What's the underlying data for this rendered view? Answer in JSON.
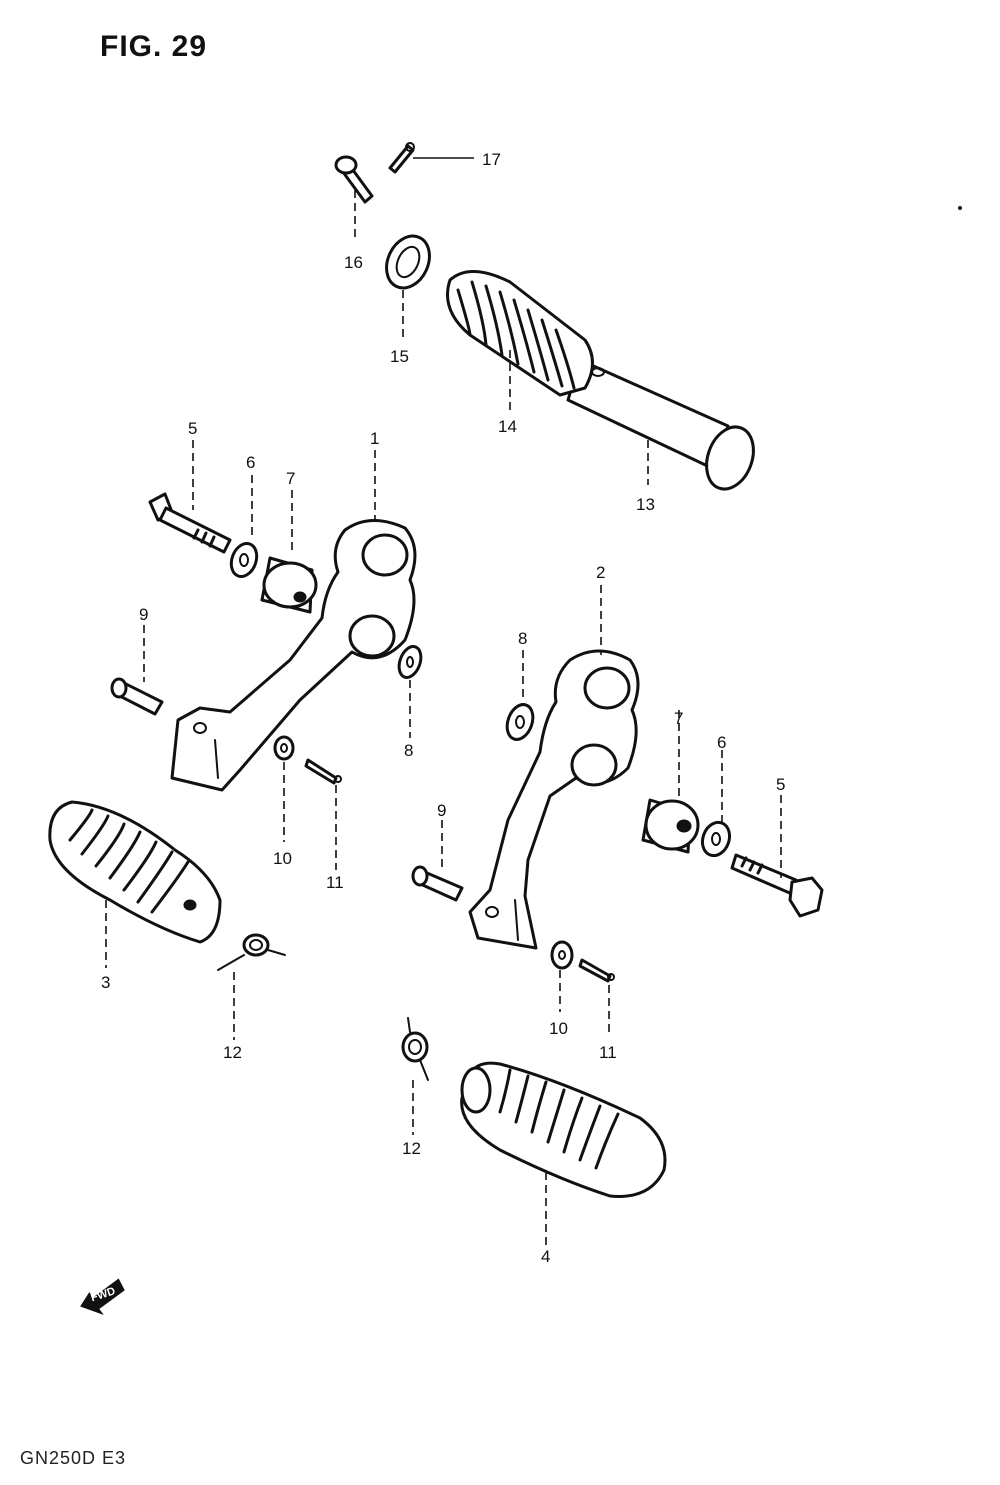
{
  "figure": {
    "title": "FIG. 29"
  },
  "footer": {
    "model_code": "GN250D E3"
  },
  "orientation_arrow": {
    "label": "FWD"
  },
  "callouts": {
    "p1": "1",
    "p2": "2",
    "p3": "3",
    "p4": "4",
    "p5a": "5",
    "p5b": "5",
    "p6a": "6",
    "p6b": "6",
    "p7a": "7",
    "p7b": "7",
    "p8a": "8",
    "p8b": "8",
    "p9a": "9",
    "p9b": "9",
    "p10a": "10",
    "p10b": "10",
    "p11a": "11",
    "p11b": "11",
    "p12a": "12",
    "p12b": "12",
    "p13": "13",
    "p14": "14",
    "p15": "15",
    "p16": "16",
    "p17": "17"
  }
}
